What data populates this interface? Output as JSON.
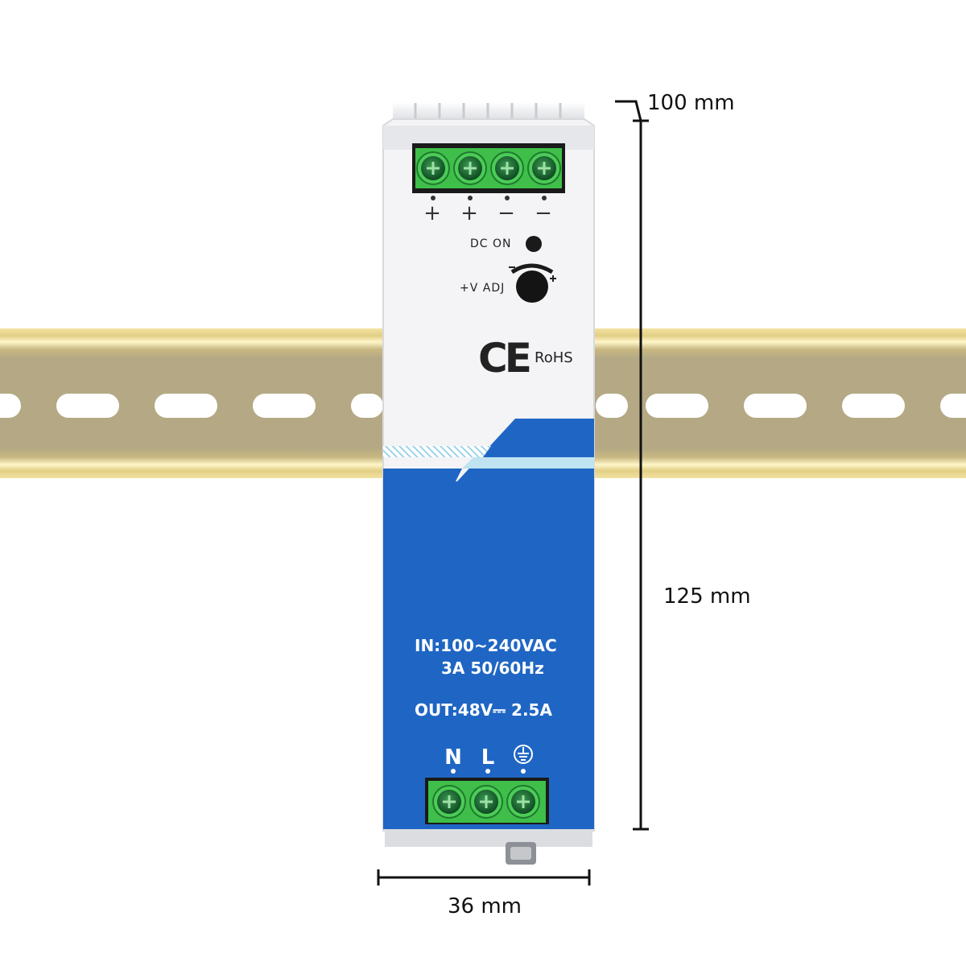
{
  "dimensions": {
    "depth": "100 mm",
    "height": "125 mm",
    "width": "36 mm"
  },
  "output_terminals": {
    "labels": [
      "+",
      "+",
      "−",
      "−"
    ]
  },
  "indicators": {
    "dc_on": "DC  ON",
    "v_adj": "+V  ADJ"
  },
  "certifications": {
    "ce": "CE",
    "rohs": "RoHS"
  },
  "specs": {
    "input_line1": "IN:100~240VAC",
    "input_line2": "3A  50/60Hz",
    "output": "OUT:48V⎓ 2.5A"
  },
  "input_terminals": {
    "labels": [
      "N",
      "L"
    ],
    "ground_icon": "ground-icon"
  },
  "colors": {
    "rail": "#b8ac86",
    "housing_white": "#f4f4f6",
    "housing_blue": "#1f66c4",
    "terminal_green": "#3fbf4a"
  }
}
